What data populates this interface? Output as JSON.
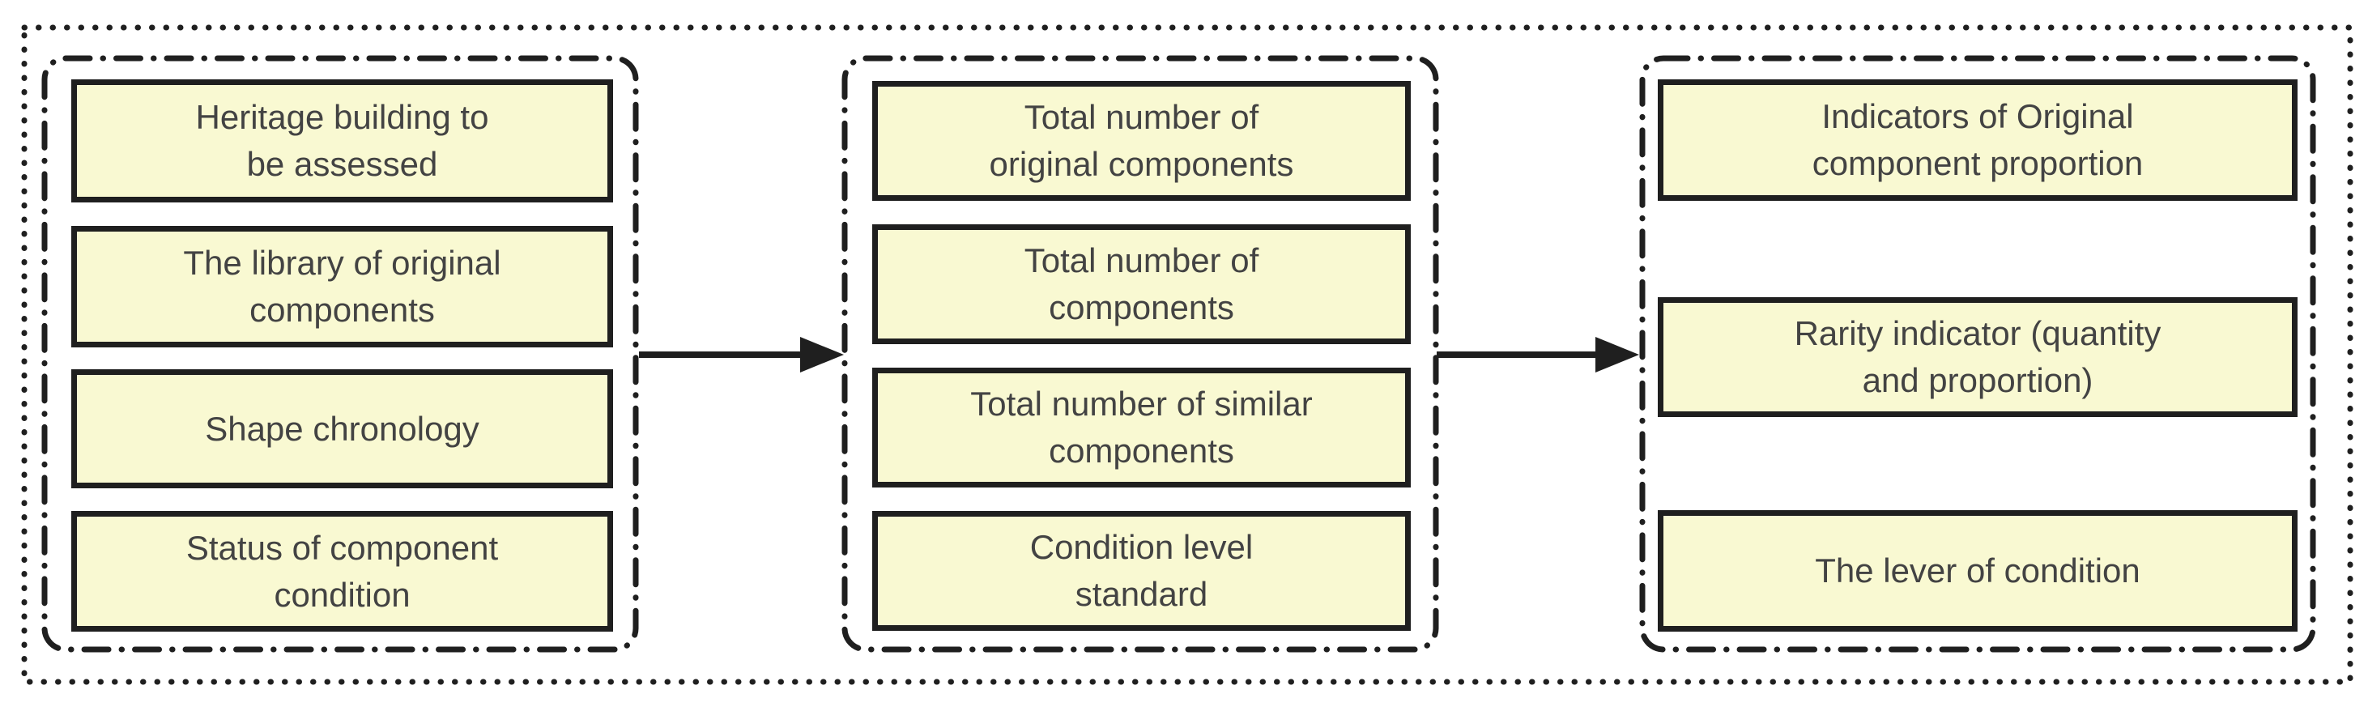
{
  "theme": {
    "bg": "#ffffff",
    "line": "#1f1f1f",
    "box_fill": "#f9f9d2",
    "text": "#434343"
  },
  "diagram": {
    "type": "flow",
    "groups": [
      {
        "boxes": [
          {
            "label": "Heritage building to\nbe assessed"
          },
          {
            "label": "The library of original\ncomponents"
          },
          {
            "label": "Shape chronology"
          },
          {
            "label": "Status of component\ncondition"
          }
        ]
      },
      {
        "boxes": [
          {
            "label": "Total number of\noriginal components"
          },
          {
            "label": "Total number of\ncomponents"
          },
          {
            "label": "Total number of similar\ncomponents"
          },
          {
            "label": "Condition level\nstandard"
          }
        ]
      },
      {
        "boxes": [
          {
            "label": "Indicators of Original\ncomponent proportion"
          },
          {
            "label": "Rarity indicator (quantity\nand proportion)"
          },
          {
            "label": "The lever of condition"
          }
        ]
      }
    ],
    "arrows": [
      {
        "from_group": 0,
        "to_group": 1
      },
      {
        "from_group": 1,
        "to_group": 2
      }
    ]
  }
}
